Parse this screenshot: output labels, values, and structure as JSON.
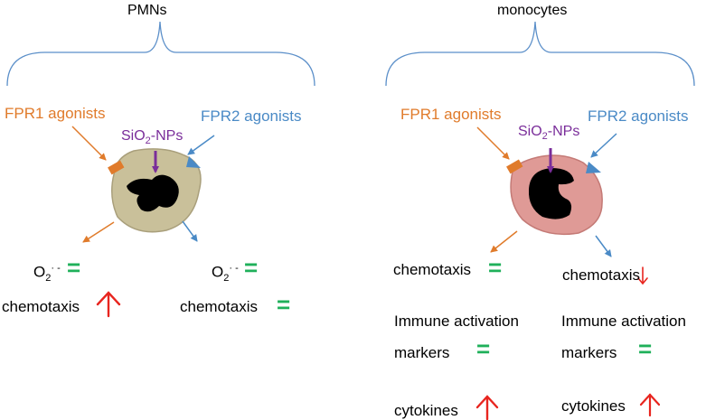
{
  "left_panel": {
    "title": "PMNs",
    "fpr1": "FPR1 agonists",
    "fpr2": "FPR2 agonists",
    "np_label": {
      "base": "SiO",
      "sub": "2",
      "rest": "-NPs"
    },
    "superoxide": {
      "base": "O",
      "sub": "2",
      "sup": "· -"
    },
    "left_outcomes": {
      "o2_sign": "=",
      "chemotaxis": "chemotaxis",
      "chemotaxis_sign": "↑"
    },
    "right_outcomes": {
      "o2_sign": "=",
      "chemotaxis": "chemotaxis",
      "chemotaxis_sign": "="
    }
  },
  "right_panel": {
    "title": "monocytes",
    "fpr1": "FPR1 agonists",
    "fpr2": "FPR2 agonists",
    "np_label": {
      "base": "SiO",
      "sub": "2",
      "rest": "-NPs"
    },
    "left_outcomes": {
      "chemotaxis": "chemotaxis",
      "chemotaxis_sign": "=",
      "immune": "Immune activation",
      "markers": "markers",
      "markers_sign": "=",
      "cytokines": "cytokines",
      "cytokines_sign": "↑"
    },
    "right_outcomes": {
      "chemotaxis": "chemotaxis",
      "chemotaxis_sign": "↓",
      "immune": "Immune activation",
      "markers": "markers",
      "markers_sign": "=",
      "cytokines": "cytokines",
      "cytokines_sign": "↑"
    }
  },
  "colors": {
    "brace": "#5b8fc9",
    "fpr1": "#e07b2b",
    "fpr2": "#4a8ac6",
    "nanoparticle": "#7a2d9a",
    "equal": "#1fb05a",
    "increase": "#e8251f",
    "pmn_cell": "#c9c09a",
    "monocyte_cell": "#df9a96",
    "nucleus": "#000000"
  }
}
